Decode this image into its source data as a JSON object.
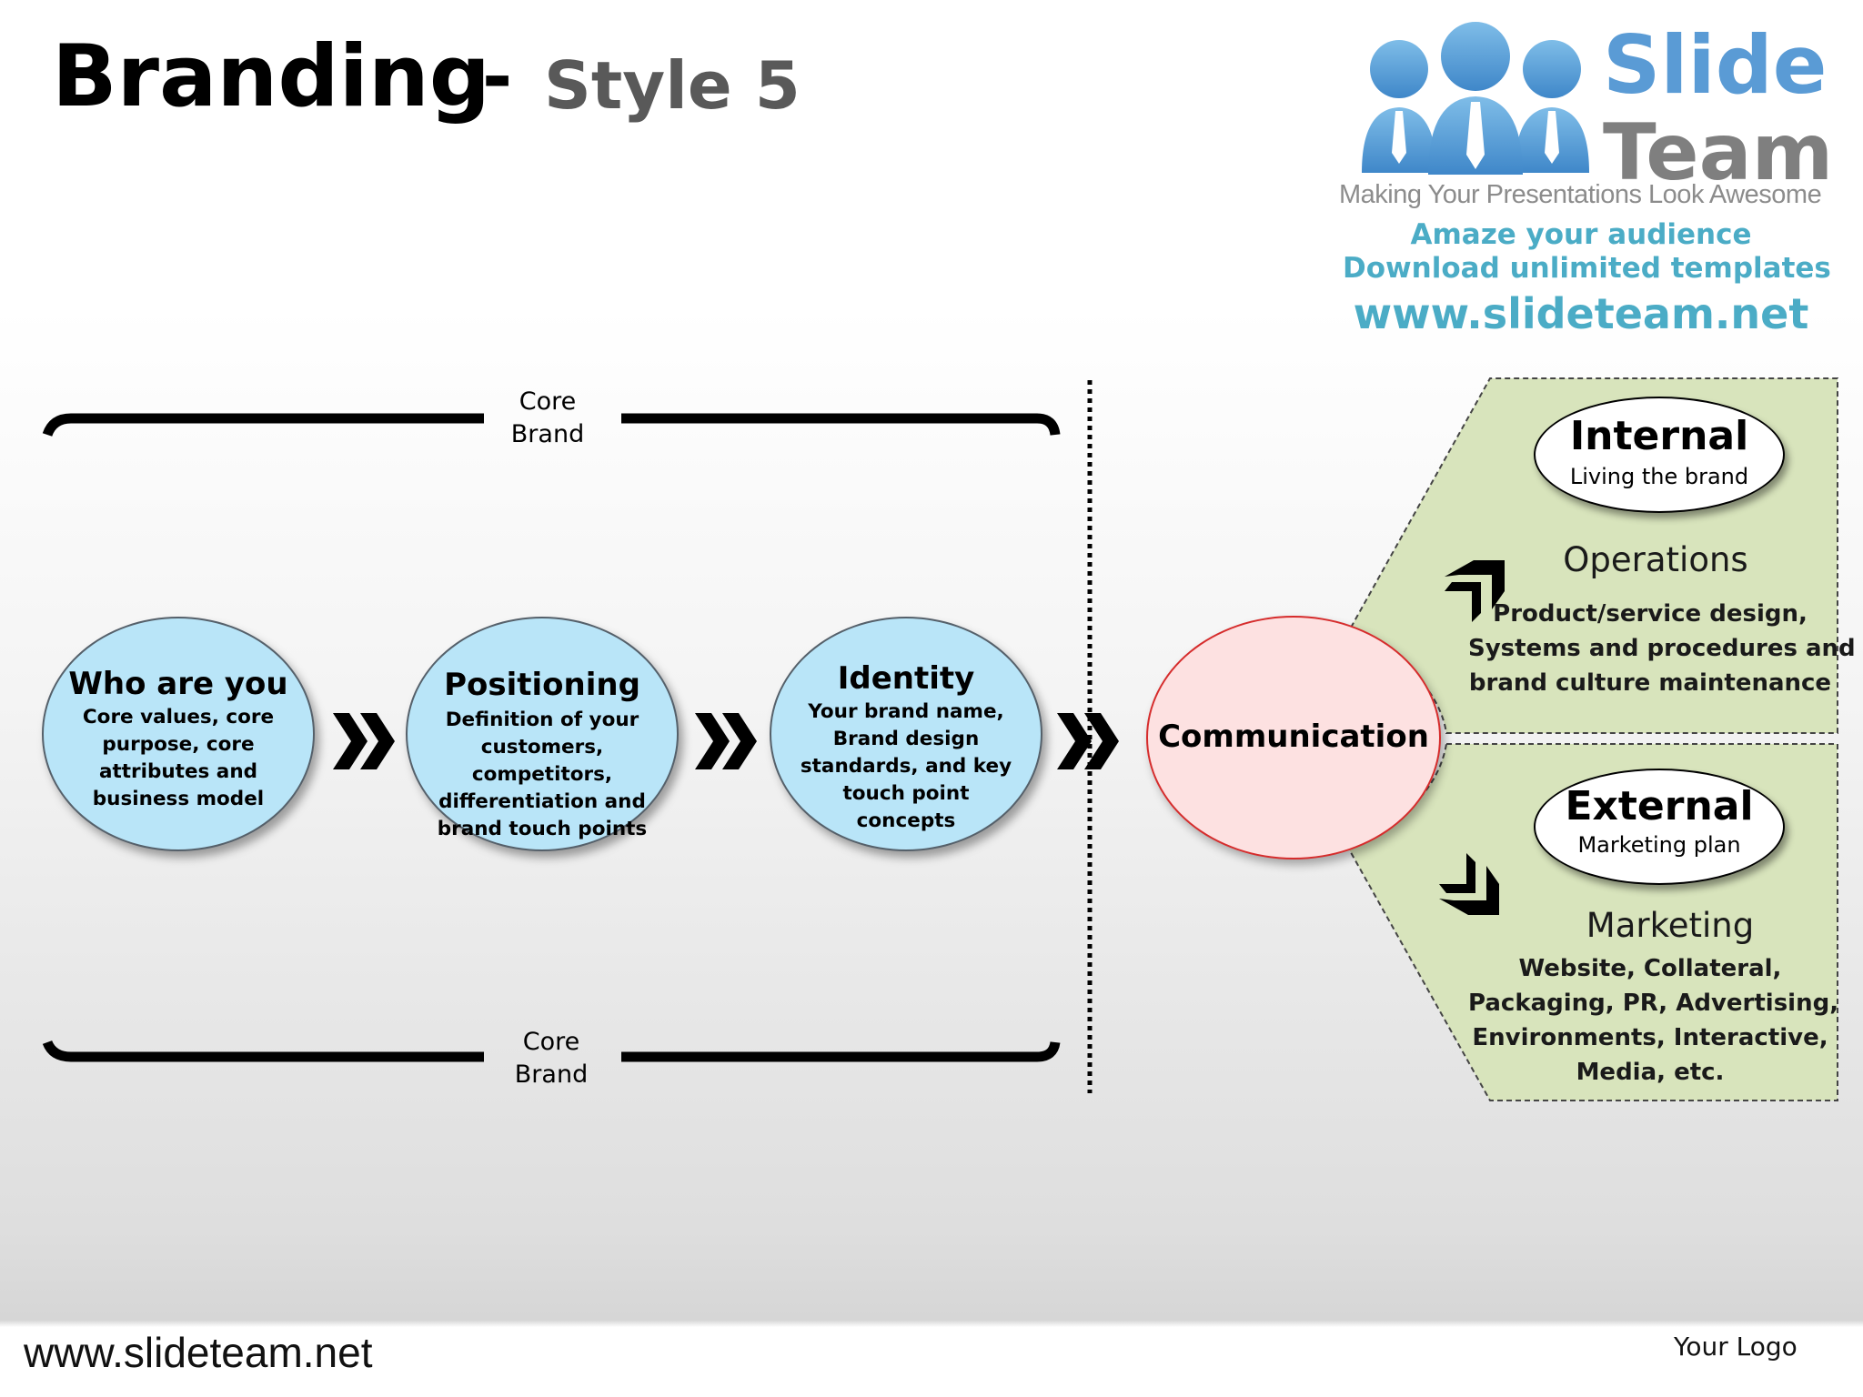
{
  "title": {
    "main": "Branding",
    "separator": "-",
    "sub": "Style 5"
  },
  "brand_logo": {
    "word1": "Slide",
    "word2": "Team",
    "tagline": "Making Your Presentations Look Awesome",
    "promo_line1": "Amaze your audience",
    "promo_line2": "Download unlimited templates",
    "promo_url": "www.slideteam.net"
  },
  "core_brand": {
    "top_label": "Core\nBrand",
    "bottom_label": "Core\nBrand"
  },
  "steps": [
    {
      "title": "Who are you",
      "body": "Core values, core purpose, core attributes and business model"
    },
    {
      "title": "Positioning",
      "body": "Definition of your customers, competitors, differentiation and brand touch points"
    },
    {
      "title": "Identity",
      "body": "Your brand name, Brand design standards, and key touch point concepts"
    }
  ],
  "communication": {
    "label": "Communication"
  },
  "internal": {
    "title": "Internal",
    "subtitle": "Living the brand",
    "heading": "Operations",
    "body_lines": [
      "Product/service design,",
      "Systems and procedures and",
      "brand culture maintenance"
    ]
  },
  "external": {
    "title": "External",
    "subtitle": "Marketing plan",
    "heading": "Marketing",
    "body_lines": [
      "Website, Collateral,",
      "Packaging, PR, Advertising,",
      "Environments, Interactive,",
      "Media, etc."
    ]
  },
  "footer": {
    "url": "www.slideteam.net",
    "logo_text": "Your Logo"
  },
  "colors": {
    "step_fill": "#b9e5f8",
    "communication_fill": "#fde1e1",
    "communication_border": "#d62c2c",
    "panel_fill": "#d8e4bc",
    "logo_blue": "#5a9bd5",
    "promo_cyan": "#4bacc6",
    "subtitle_gray": "#595959"
  },
  "icons": [
    "people-logo-icon",
    "double-chevron-right-icon",
    "corner-arrow-up-icon",
    "corner-arrow-down-icon"
  ]
}
